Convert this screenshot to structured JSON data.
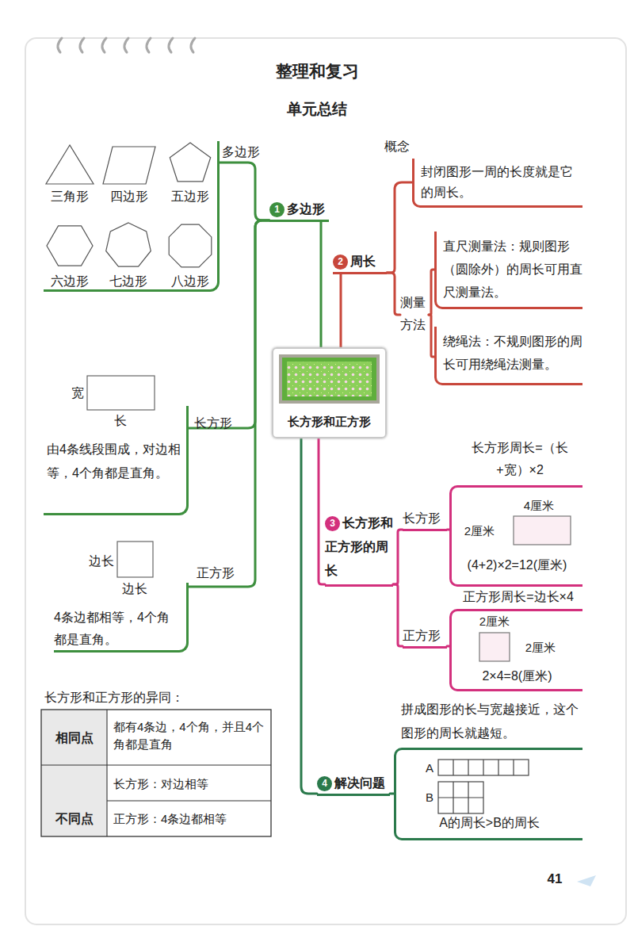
{
  "diagram": {
    "title": "整理和复习",
    "nodes": [
      {
        "text": [
          "长方形和正方形"
        ]
      },
      {
        "text": [
          "1",
          "多边形"
        ]
      },
      {
        "text": [
          "多边形"
        ]
      },
      {
        "text": [
          "长方形",
          "由4条线段围成，对边相等，4个角都是直角。"
        ]
      },
      {
        "text": [
          "正方形",
          "4条边都相等，4个角都是直角。"
        ]
      },
      {
        "text": [
          "2",
          "周长"
        ]
      },
      {
        "text": [
          "概念",
          "封闭图形一周的长度就是它的周长。"
        ]
      },
      {
        "text": [
          "测量方法"
        ]
      },
      {
        "text": [
          "直尺测量法：规则图形（圆除外）的周长可用直尺测量法。"
        ]
      },
      {
        "text": [
          "绕绳法：不规则图形的周长可用绕绳法测量。"
        ]
      },
      {
        "text": [
          "3",
          "长方形和正方形的周长"
        ]
      },
      {
        "text": [
          "长方形"
        ]
      },
      {
        "text": [
          "长方形周长=（长+宽）×2",
          "(4+2)×2=12(厘米)"
        ]
      },
      {
        "text": [
          "正方形"
        ]
      },
      {
        "text": [
          "正方形周长=边长×4",
          "2×4=8(厘米)"
        ]
      },
      {
        "text": [
          "4",
          "解决问题"
        ]
      },
      {
        "text": [
          "拼成图形的长与宽越接近，这个图形的周长就越短。",
          "A的周长>B的周长"
        ]
      }
    ],
    "edges": [
      {
        "from": 0,
        "to": 1,
        "arrow": "none"
      },
      {
        "from": 1,
        "to": 2,
        "arrow": "none"
      },
      {
        "from": 1,
        "to": 3,
        "arrow": "none"
      },
      {
        "from": 1,
        "to": 4,
        "arrow": "none"
      },
      {
        "from": 0,
        "to": 5,
        "arrow": "none"
      },
      {
        "from": 5,
        "to": 6,
        "arrow": "none"
      },
      {
        "from": 5,
        "to": 7,
        "arrow": "none"
      },
      {
        "from": 7,
        "to": 8,
        "arrow": "none"
      },
      {
        "from": 7,
        "to": 9,
        "arrow": "none"
      },
      {
        "from": 0,
        "to": 10,
        "arrow": "none"
      },
      {
        "from": 10,
        "to": 11,
        "arrow": "none"
      },
      {
        "from": 10,
        "to": 13,
        "arrow": "none"
      },
      {
        "from": 11,
        "to": 12,
        "arrow": "none"
      },
      {
        "from": 13,
        "to": 14,
        "arrow": "none"
      },
      {
        "from": 0,
        "to": 15,
        "arrow": "none"
      },
      {
        "from": 15,
        "to": 16,
        "arrow": "none"
      }
    ],
    "labels": [
      "单元总结",
      "三角形",
      "四边形",
      "五边形",
      "六边形",
      "七边形",
      "八边形",
      "宽",
      "长",
      "边长",
      "边长",
      "4厘米",
      "2厘米",
      "2厘米",
      "2厘米",
      "A",
      "B",
      "长方形和正方形的异同：",
      "相同点",
      "都有4条边，4个角，并且4个角都是直角",
      "不同点",
      "长方形：对边相等",
      "正方形：4条边都相等",
      "41"
    ]
  }
}
